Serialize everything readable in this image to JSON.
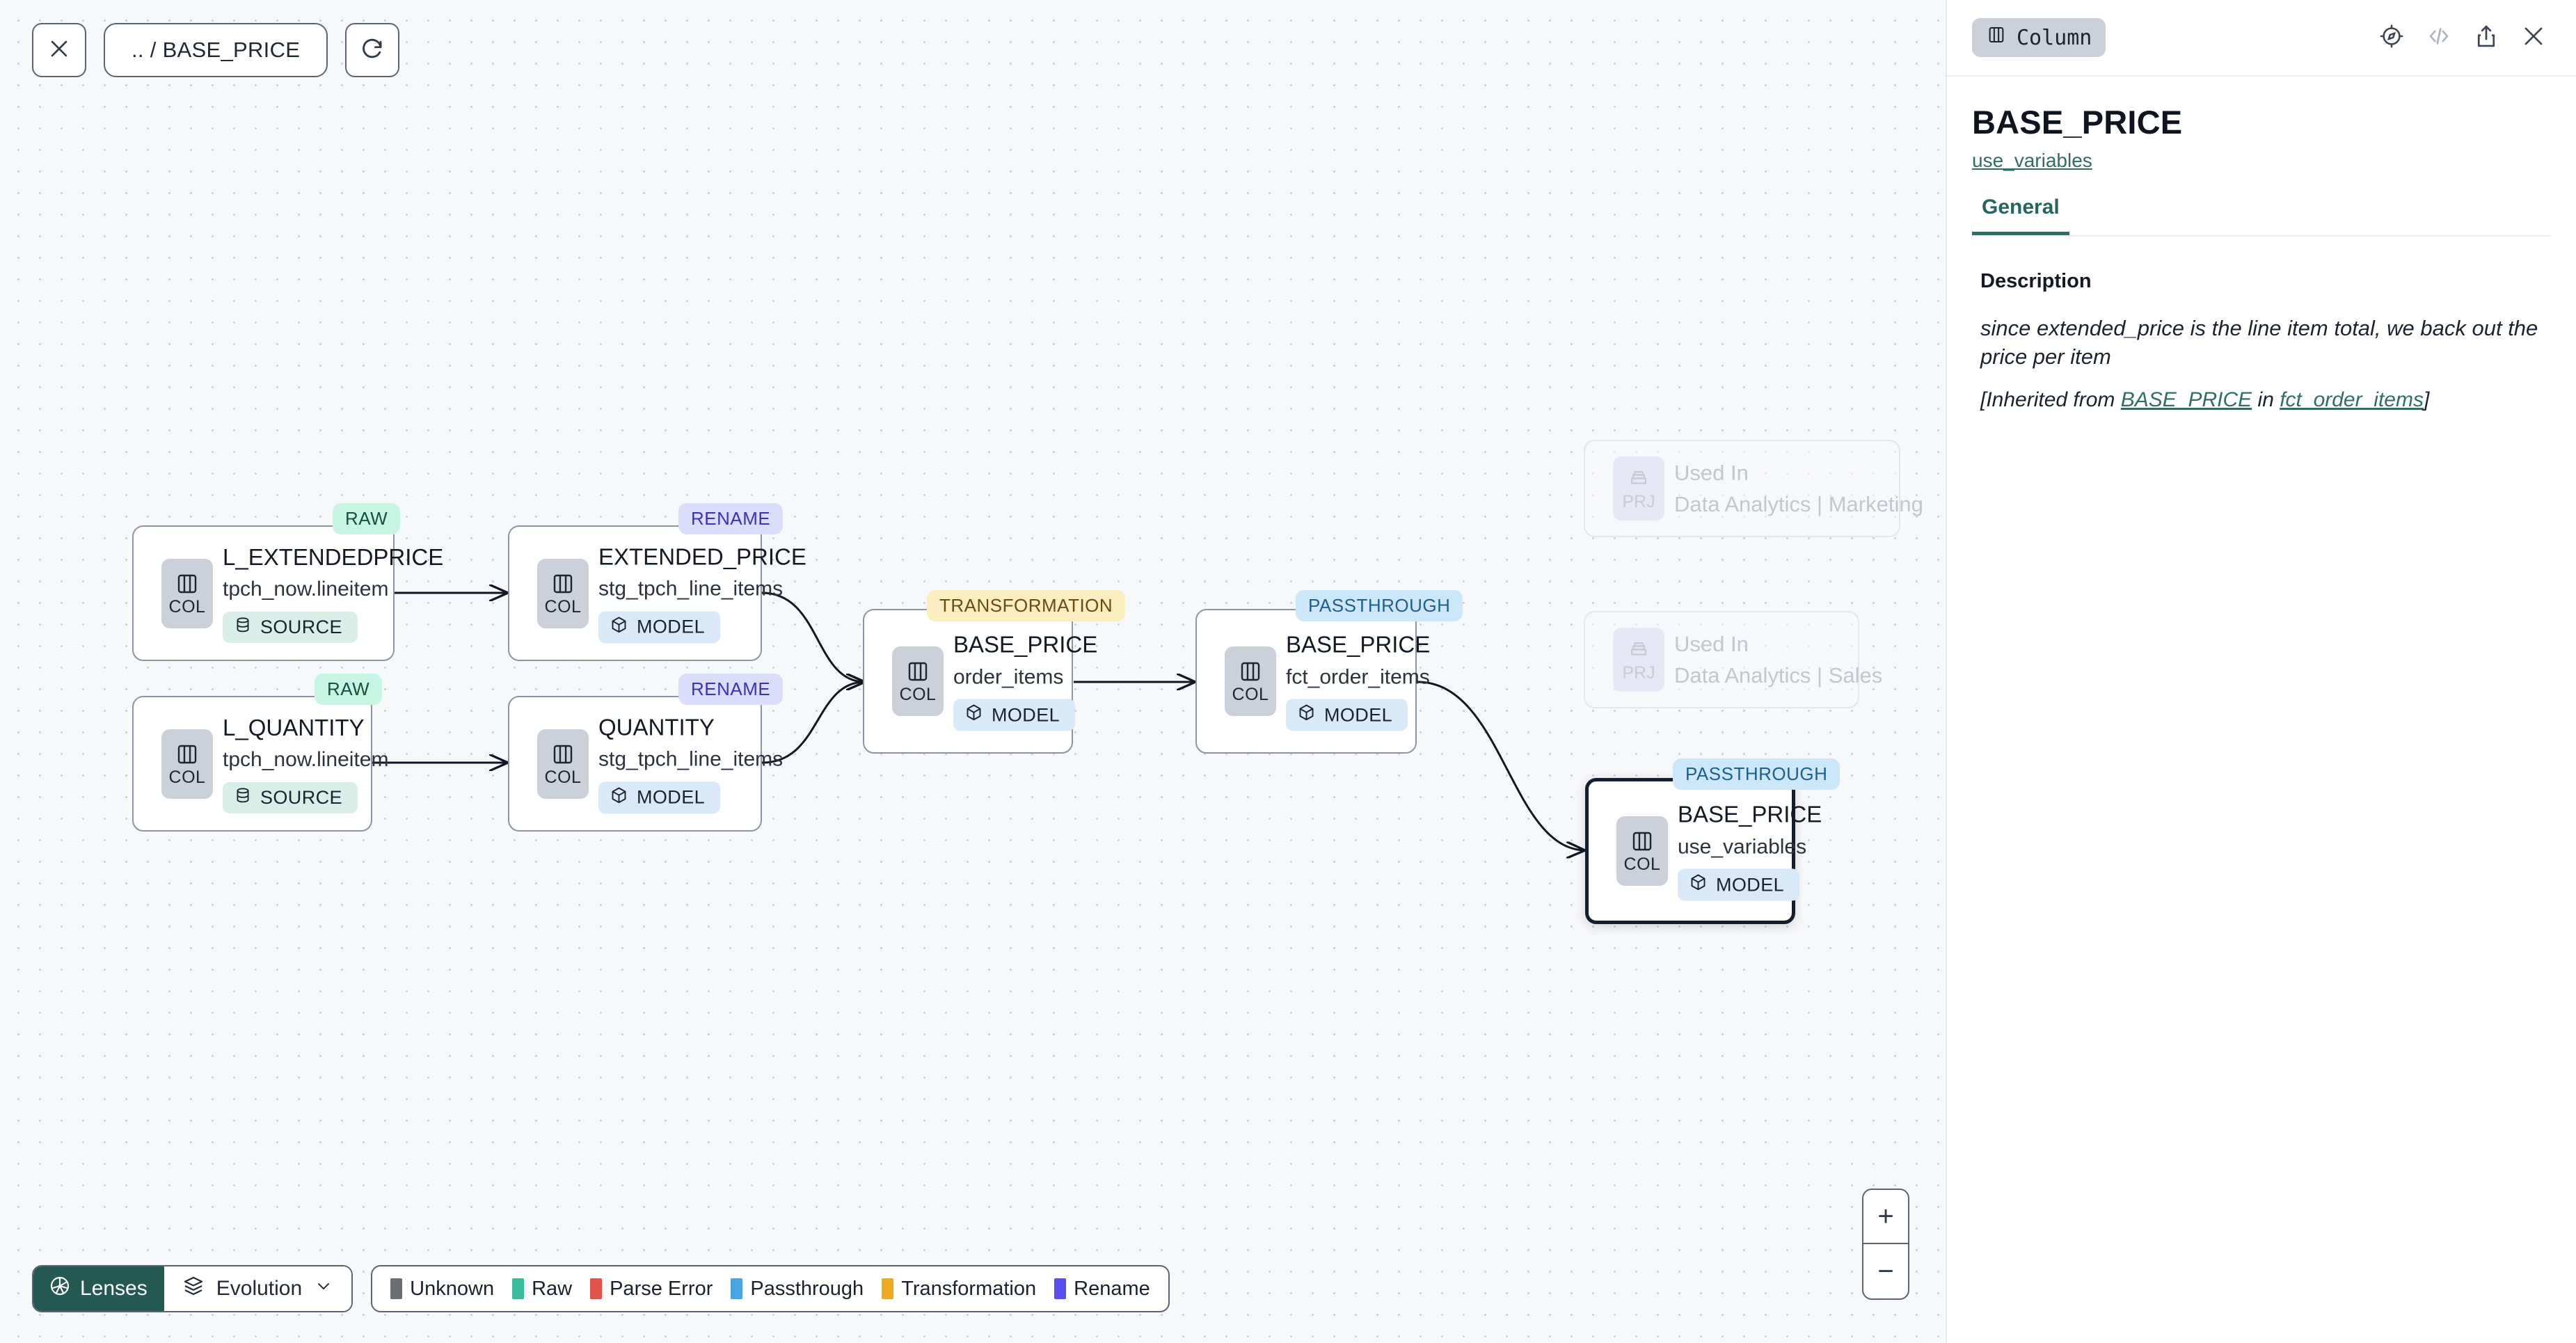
{
  "toolbar": {
    "close_icon": "close-icon",
    "breadcrumb": ".. / BASE_PRICE",
    "refresh_icon": "refresh-icon"
  },
  "canvas": {
    "zoom_in": "+",
    "zoom_out": "−"
  },
  "nodes": [
    {
      "id": "l_extendedprice",
      "badge": "RAW",
      "badge_kind": "raw",
      "chip": "COL",
      "title": "L_EXTENDEDPRICE",
      "subtitle": "tpch_now.lineitem",
      "tag": "SOURCE",
      "tag_kind": "source",
      "selected": false
    },
    {
      "id": "l_quantity",
      "badge": "RAW",
      "badge_kind": "raw",
      "chip": "COL",
      "title": "L_QUANTITY",
      "subtitle": "tpch_now.lineitem",
      "tag": "SOURCE",
      "tag_kind": "source",
      "selected": false
    },
    {
      "id": "extended_price",
      "badge": "RENAME",
      "badge_kind": "rename",
      "chip": "COL",
      "title": "EXTENDED_PRICE",
      "subtitle": "stg_tpch_line_items",
      "tag": "MODEL",
      "tag_kind": "model",
      "selected": false
    },
    {
      "id": "quantity",
      "badge": "RENAME",
      "badge_kind": "rename",
      "chip": "COL",
      "title": "QUANTITY",
      "subtitle": "stg_tpch_line_items",
      "tag": "MODEL",
      "tag_kind": "model",
      "selected": false
    },
    {
      "id": "base_price_order_items",
      "badge": "TRANSFORMATION",
      "badge_kind": "transformation",
      "chip": "COL",
      "title": "BASE_PRICE",
      "subtitle": "order_items",
      "tag": "MODEL",
      "tag_kind": "model",
      "selected": false
    },
    {
      "id": "base_price_fct_order_items",
      "badge": "PASSTHROUGH",
      "badge_kind": "passthrough",
      "chip": "COL",
      "title": "BASE_PRICE",
      "subtitle": "fct_order_items",
      "tag": "MODEL",
      "tag_kind": "model",
      "selected": false
    },
    {
      "id": "base_price_use_variables",
      "badge": "PASSTHROUGH",
      "badge_kind": "passthrough",
      "chip": "COL",
      "title": "BASE_PRICE",
      "subtitle": "use_variables",
      "tag": "MODEL",
      "tag_kind": "model",
      "selected": true
    }
  ],
  "ghost_nodes": [
    {
      "id": "used-in-marketing",
      "chip": "PRJ",
      "title": "Used In",
      "subtitle": "Data Analytics | Marketing"
    },
    {
      "id": "used-in-sales",
      "chip": "PRJ",
      "title": "Used In",
      "subtitle": "Data Analytics | Sales"
    }
  ],
  "bottom_bar": {
    "lenses_label": "Lenses",
    "evolution_label": "Evolution",
    "legend": [
      {
        "label": "Unknown",
        "color": "#6b6f73"
      },
      {
        "label": "Raw",
        "color": "#3bbb9a"
      },
      {
        "label": "Parse Error",
        "color": "#e0524a"
      },
      {
        "label": "Passthrough",
        "color": "#49a4e4"
      },
      {
        "label": "Transformation",
        "color": "#edab24"
      },
      {
        "label": "Rename",
        "color": "#5b4ef0"
      }
    ]
  },
  "panel": {
    "type_badge": "Column",
    "icons": [
      "explore-icon",
      "code-icon",
      "share-icon",
      "close-icon"
    ],
    "title": "BASE_PRICE",
    "model_link": "use_variables",
    "tabs": [
      {
        "label": "General",
        "active": true
      }
    ],
    "description_label": "Description",
    "description_text": "since extended_price is the line item total, we back out the price per item",
    "inherited_prefix": "[Inherited from ",
    "inherited_column": "BASE_PRICE",
    "inherited_middle": " in ",
    "inherited_model": "fct_order_items",
    "inherited_suffix": "]"
  }
}
